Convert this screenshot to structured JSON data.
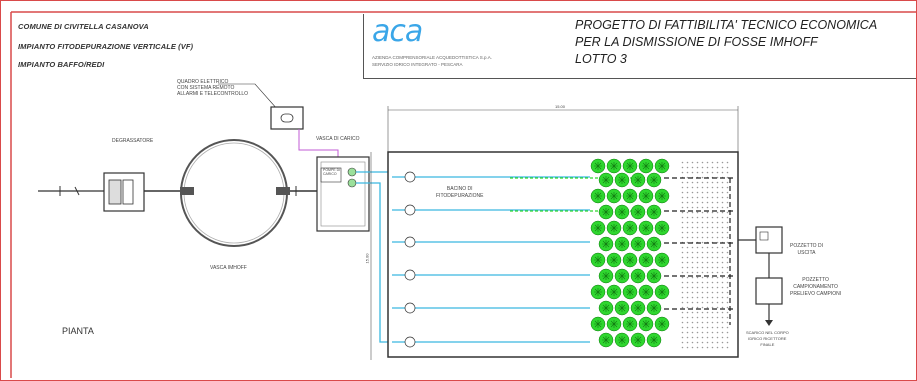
{
  "header": {
    "line1": "COMUNE DI CIVITELLA CASANOVA",
    "line2": "IMPIANTO FITODEPURAZIONE VERTICALE (VF)",
    "line3": "IMPIANTO BAFFO/REDI"
  },
  "logo": {
    "name": "aca",
    "sub1": "AZIENDA COMPRENSORIALE ACQUEDOTTISTICA S.p.A.",
    "sub2": "SERVIZIO IDRICO INTEGRATO - PESCARA"
  },
  "project": {
    "line1": "PROGETTO DI FATTIBILITA' TECNICO ECONOMICA",
    "line2": "PER LA DISMISSIONE DI FOSSE IMHOFF",
    "line3": "LOTTO 3"
  },
  "labels": {
    "quadro": "QUADRO ELETTRICO\nCON SISTEMA REMOTO\nALLARMI E TELECONTROLLO",
    "degrassatore": "DEGRASSATORE",
    "vasca_imhoff": "VASCA IMHOFF",
    "vasca_carico": "VASCA DI CARICO",
    "pompe": "POMPE DI\nCARICO",
    "bacino": "BACINO DI\nFITODEPURAZIONE",
    "pozzetto": "POZZETTO DI\nUSCITA",
    "pozzetto_campioni": "POZZETTO\nCAMPIONAMENTO\nPRELIEVO CAMPIONI",
    "scarico": "SCARICO NEL CORPO\nIDRICO RICETTORE\nFINALE",
    "pianta": "PIANTA",
    "dim_top": "15.00",
    "dim_side": "15.00"
  },
  "colors": {
    "frame": "#d94a4a",
    "pipe_distribution": "#3ab8e0",
    "electric": "#c25bd6",
    "plants": "#2fd62f",
    "plant_dark": "#117a11",
    "aca_blue": "#3aa6e8"
  }
}
